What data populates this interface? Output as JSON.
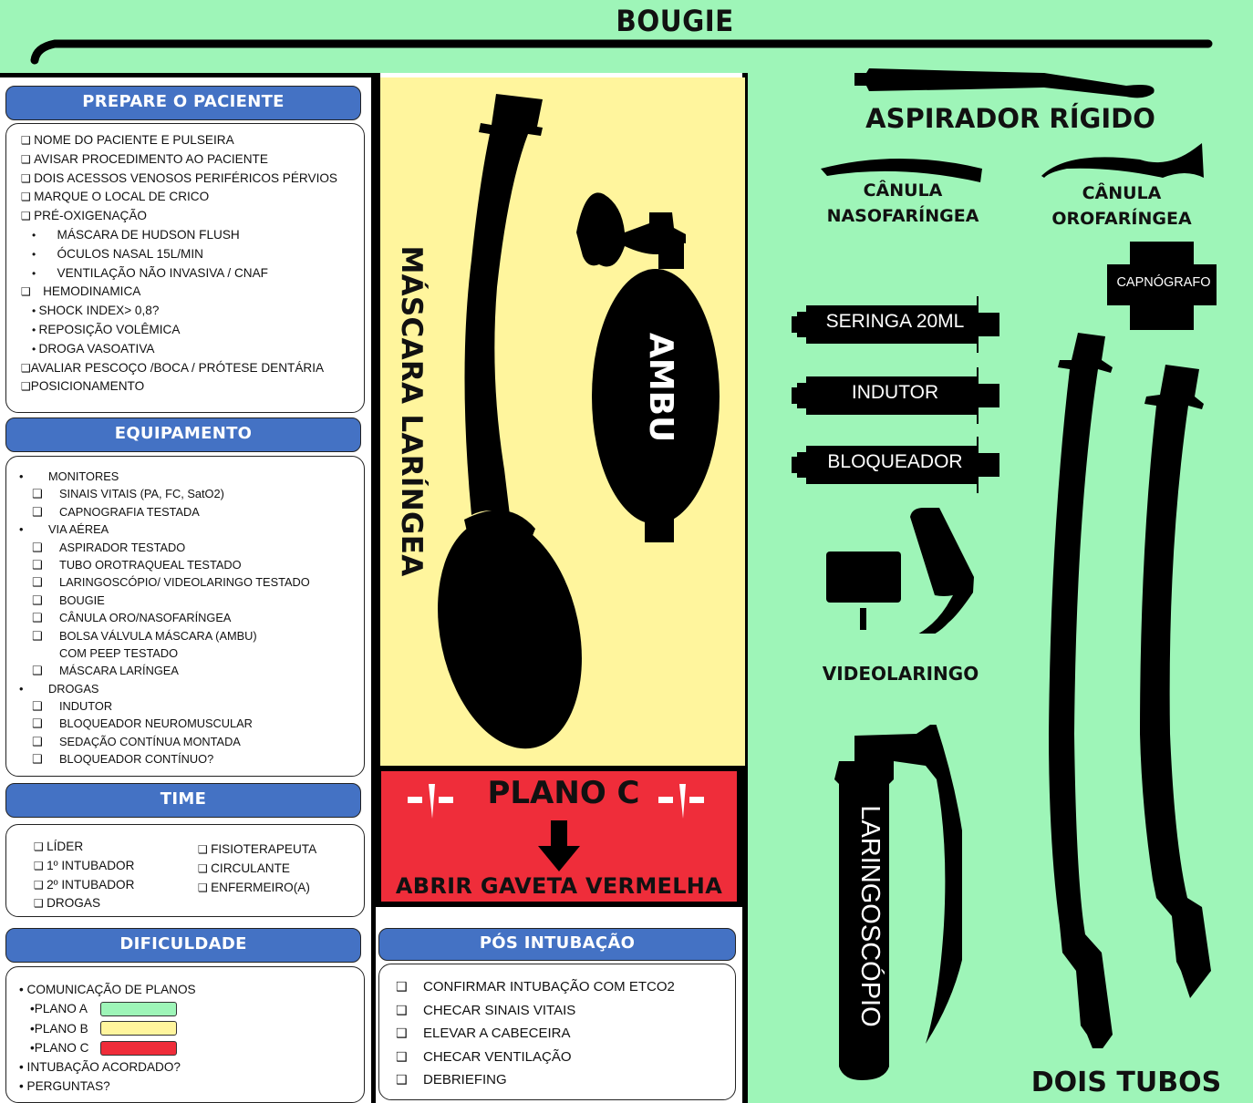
{
  "top": {
    "bougie_label": "BOUGIE"
  },
  "prepare": {
    "title": "PREPARE O PACIENTE",
    "items": [
      {
        "type": "check",
        "text": "NOME DO PACIENTE E PULSEIRA"
      },
      {
        "type": "check",
        "text": "AVISAR PROCEDIMENTO AO PACIENTE"
      },
      {
        "type": "check",
        "text": "DOIS ACESSOS VENOSOS PERIFÉRICOS PÉRVIOS"
      },
      {
        "type": "check",
        "text": "MARQUE O LOCAL DE CRICO"
      },
      {
        "type": "check",
        "text": "PRÉ-OXIGENAÇÃO"
      },
      {
        "type": "bullet-wide",
        "text": "MÁSCARA DE HUDSON FLUSH"
      },
      {
        "type": "bullet-wide",
        "text": "ÓCULOS NASAL 15L/MIN"
      },
      {
        "type": "bullet-wide",
        "text": "VENTILAÇÃO NÃO INVASIVA / CNAF"
      },
      {
        "type": "check-wide",
        "text": "HEMODINAMICA"
      },
      {
        "type": "bullet",
        "text": "SHOCK INDEX> 0,8?"
      },
      {
        "type": "bullet",
        "text": "REPOSIÇÃO VOLÊMICA"
      },
      {
        "type": "bullet",
        "text": "DROGA VASOATIVA"
      },
      {
        "type": "check-tight",
        "text": "AVALIAR PESCOÇO /BOCA / PRÓTESE DENTÁRIA"
      },
      {
        "type": "check-tight",
        "text": "POSICIONAMENTO"
      }
    ]
  },
  "equipamento": {
    "title": "EQUIPAMENTO",
    "items": [
      {
        "type": "group",
        "text": "MONITORES"
      },
      {
        "type": "check",
        "text": "SINAIS VITAIS (PA, FC, SatO2)"
      },
      {
        "type": "check",
        "text": "CAPNOGRAFIA TESTADA"
      },
      {
        "type": "group",
        "text": "VIA AÉREA"
      },
      {
        "type": "check",
        "text": "ASPIRADOR TESTADO"
      },
      {
        "type": "check",
        "text": "TUBO OROTRAQUEAL  TESTADO"
      },
      {
        "type": "check",
        "text": "LARINGOSCÓPIO/ VIDEOLARINGO TESTADO"
      },
      {
        "type": "check",
        "text": "BOUGIE"
      },
      {
        "type": "check",
        "text": "CÂNULA ORO/NASOFARÍNGEA"
      },
      {
        "type": "check",
        "text": "BOLSA VÁLVULA MÁSCARA (AMBU)"
      },
      {
        "type": "cont",
        "text": "COM PEEP TESTADO"
      },
      {
        "type": "check",
        "text": "MÁSCARA LARÍNGEA"
      },
      {
        "type": "group",
        "text": "DROGAS"
      },
      {
        "type": "check",
        "text": "INDUTOR"
      },
      {
        "type": "check",
        "text": "BLOQUEADOR NEUROMUSCULAR"
      },
      {
        "type": "check",
        "text": "SEDAÇÃO CONTÍNUA MONTADA"
      },
      {
        "type": "check",
        "text": "BLOQUEADOR CONTÍNUO?"
      }
    ]
  },
  "time": {
    "title": "TIME",
    "col1": [
      "LÍDER",
      "1º INTUBADOR",
      "2º INTUBADOR",
      "DROGAS"
    ],
    "col2": [
      "FISIOTERAPEUTA",
      "CIRCULANTE",
      "ENFERMEIRO(A)"
    ]
  },
  "dificuldade": {
    "title": "DIFICULDADE",
    "comunicacao": "COMUNICAÇÃO DE PLANOS",
    "planos": [
      {
        "label": "PLANO A",
        "color": "#9ef5b8"
      },
      {
        "label": "PLANO B",
        "color": "#fff59d"
      },
      {
        "label": "PLANO C",
        "color": "#ef2d3a"
      }
    ],
    "acordado": "INTUBAÇÃO ACORDADO?",
    "perguntas": "PERGUNTAS?"
  },
  "mascara": {
    "vertical_label": "MÁSCARA LARÍNGEA",
    "ambu_label": "AMBU"
  },
  "plano_c": {
    "title": "PLANO C",
    "action": "ABRIR GAVETA VERMELHA"
  },
  "pos_intubacao": {
    "title": "PÓS INTUBAÇÃO",
    "items": [
      "CONFIRMAR INTUBAÇÃO COM ETCO2",
      "CHECAR SINAIS VITAIS",
      "ELEVAR A CABECEIRA",
      "CHECAR VENTILAÇÃO",
      "DEBRIEFING"
    ]
  },
  "right": {
    "aspirador": "ASPIRADOR RÍGIDO",
    "canula_naso": [
      "CÂNULA",
      "NASOFARÍNGEA"
    ],
    "canula_oro": [
      "CÂNULA",
      "OROFARÍNGEA"
    ],
    "capnografo": "CAPNÓGRAFO",
    "seringas": [
      "SERINGA 20ML",
      "INDUTOR",
      "BLOQUEADOR"
    ],
    "videolaringo": "VIDEOLARINGO",
    "laringoscopio": "LARINGOSCÓPIO",
    "dois_tubos": "DOIS TUBOS"
  },
  "colors": {
    "green_bg": "#9ef5b8",
    "yellow_panel": "#fff59d",
    "red_panel": "#ef2d3a",
    "header_blue": "#4472c4"
  }
}
